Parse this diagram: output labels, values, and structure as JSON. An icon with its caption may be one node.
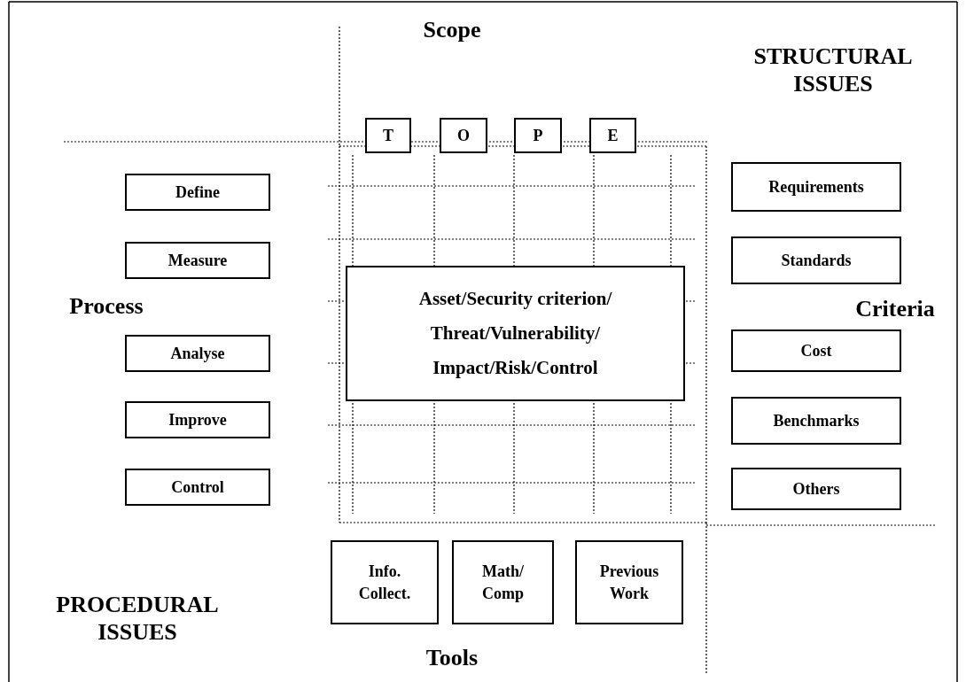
{
  "diagram": {
    "nodes": [
      {
        "text": [
          "T"
        ]
      },
      {
        "text": [
          "O"
        ]
      },
      {
        "text": [
          "P"
        ]
      },
      {
        "text": [
          "E"
        ]
      },
      {
        "text": [
          "Define"
        ]
      },
      {
        "text": [
          "Measure"
        ]
      },
      {
        "text": [
          "Asset/Security criterion/ Threat/Vulnerability/ Impact/Risk/Control"
        ]
      },
      {
        "text": [
          "Requirements"
        ]
      },
      {
        "text": [
          "Standards"
        ]
      },
      {
        "text": [
          "Analyse"
        ]
      },
      {
        "text": [
          "Cost"
        ]
      },
      {
        "text": [
          "Improve"
        ]
      },
      {
        "text": [
          "Benchmarks"
        ]
      },
      {
        "text": [
          "Control"
        ]
      },
      {
        "text": [
          "Others"
        ]
      },
      {
        "text": [
          "Info. Collect."
        ]
      },
      {
        "text": [
          "Math/ Comp"
        ]
      },
      {
        "text": [
          "Previous Work"
        ]
      }
    ],
    "edges": [],
    "labels": [
      "Scope",
      "STRUCTURAL ISSUES",
      "Process",
      "Criteria",
      "PROCEDURAL ISSUES",
      "Tools"
    ]
  }
}
